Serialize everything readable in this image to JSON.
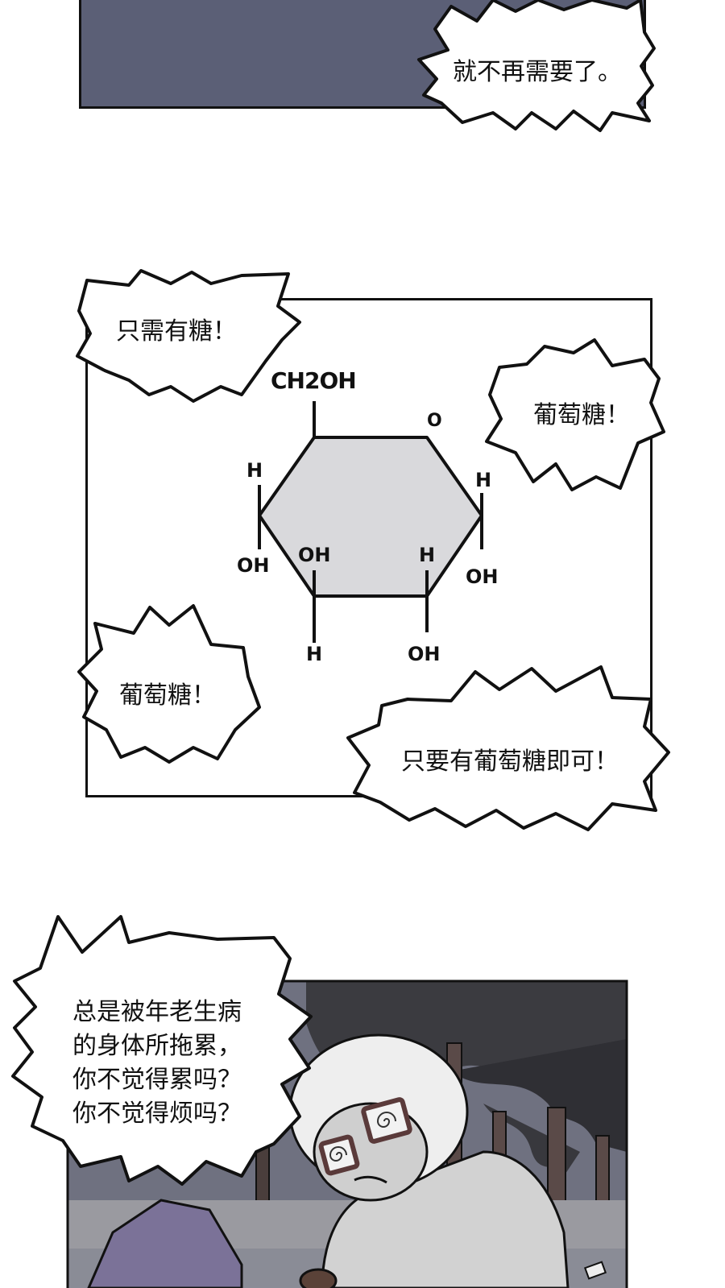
{
  "panel1": {
    "bubble_text": "就不再需要了。",
    "bg_color": "#5b5f76"
  },
  "panel2": {
    "bubbles": {
      "top_left": "只需有糖！",
      "right": "葡萄糖！",
      "bottom_left": "葡萄糖！",
      "bottom_right": "只要有葡萄糖即可！"
    },
    "molecule": {
      "name": "glucose-ring",
      "labels": {
        "top": "CH2OH",
        "ring_oxygen": "O",
        "left_h": "H",
        "right_h": "H",
        "left_oh": "OH",
        "inner_oh": "OH",
        "inner_h": "H",
        "right_oh": "OH",
        "bottom_h": "H",
        "bottom_oh": "OH"
      },
      "ring_fill": "#d9d9dc"
    }
  },
  "panel3": {
    "bubble_lines": [
      "总是被年老生病",
      "的身体所拖累，",
      "你不觉得累吗？",
      "你不觉得烦吗？"
    ],
    "scene": "old-woman-with-smokestacks",
    "sky_color": "#6f7180",
    "smoke_color": "#3b3b40"
  }
}
